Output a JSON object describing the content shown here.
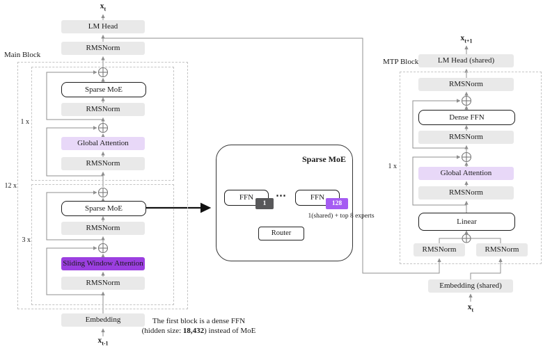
{
  "colors": {
    "box_gray": "#e9e9e9",
    "attention_light_purple": "#e8d8f8",
    "sliding_window_purple": "#9b3fe0",
    "expert_badge_dark": "#58585a",
    "expert_badge_purple": "#a55cf2",
    "wire_gray": "#8f8f8f",
    "dashed_border": "#c4c4c4"
  },
  "main": {
    "block_label": "Main Block",
    "outer_repeat": "12 x",
    "group1_repeat": "1 x",
    "group2_repeat": "3 x",
    "output_var": {
      "base": "x",
      "sub": "t"
    },
    "input_var": {
      "base": "x",
      "sub": "t-1"
    },
    "lm_head": "LM Head",
    "rmsnorm": "RMSNorm",
    "sparse_moe": "Sparse MoE",
    "global_attention": "Global Attention",
    "sliding_window_attention": "Sliding Window Attention",
    "embedding": "Embedding"
  },
  "moe": {
    "title": "Sparse MoE",
    "ffn": "FFN",
    "expert_first": "1",
    "expert_last": "128",
    "dots": "⋯",
    "router": "Router",
    "note": "1(shared) + top 8 experts"
  },
  "mtp": {
    "block_label": "MTP Block",
    "repeat": "1 x",
    "output_var": {
      "base": "x",
      "sub": "t+1"
    },
    "input_var": {
      "base": "x",
      "sub": "t"
    },
    "lm_head": "LM Head (shared)",
    "rmsnorm": "RMSNorm",
    "dense_ffn": "Dense FFN",
    "global_attention": "Global Attention",
    "linear": "Linear",
    "embedding": "Embedding (shared)"
  },
  "footnote": {
    "line1": "The first block is a dense FFN",
    "line2_prefix": "(hidden size: ",
    "line2_bold": "18,432",
    "line2_suffix": ") instead of MoE"
  }
}
